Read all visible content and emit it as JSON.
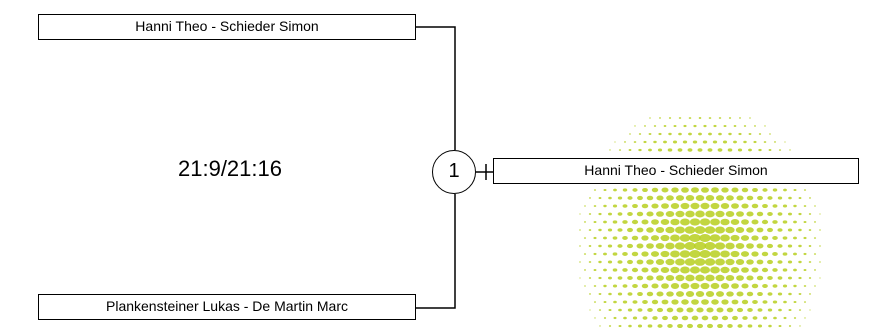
{
  "bracket": {
    "top_player": "Hanni Theo - Schieder Simon",
    "bottom_player": "Plankensteiner Lukas - De Martin Marc",
    "winner_player": "Hanni Theo - Schieder Simon",
    "score": "21:9/21:16",
    "match_number": "1"
  },
  "decoration": {
    "dot_color": "#b7cf1f",
    "icon": "halftone-dots-graphic"
  }
}
